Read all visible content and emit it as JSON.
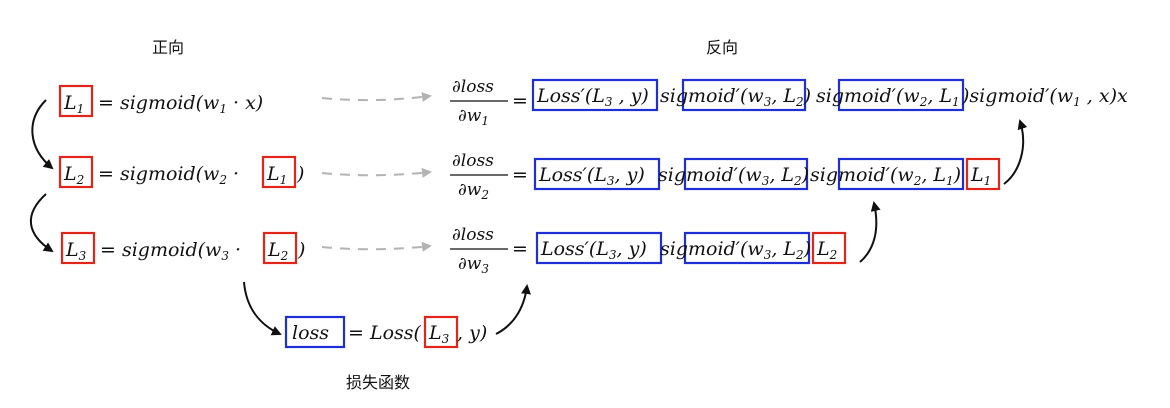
{
  "labels": {
    "forward": "正向",
    "backward": "反向",
    "loss_function": "损失函数"
  },
  "forward": {
    "row1": {
      "var": "L",
      "sub": "1",
      "rhs_a": "= sigmoid(w",
      "rhs_sub": "1",
      "rhs_b": " · x)"
    },
    "row2": {
      "var": "L",
      "sub": "2",
      "rhs_a": "= sigmoid(w",
      "rhs_sub": "2",
      "rhs_b": " ·",
      "in_var": "L",
      "in_sub": "1",
      "close": ")"
    },
    "row3": {
      "var": "L",
      "sub": "3",
      "rhs_a": "= sigmoid(w",
      "rhs_sub": "3",
      "rhs_b": " ·",
      "in_var": "L",
      "in_sub": "2",
      "close": ")"
    },
    "loss": {
      "lhs": "loss",
      "rhs_a": "= Loss(",
      "in_var": "L",
      "in_sub": "3",
      "rhs_b": ", y)"
    }
  },
  "backward": {
    "frac_num": "∂loss",
    "frac_den": "∂w",
    "eq": "=",
    "row1": {
      "den_sub": "1",
      "b1": {
        "a": "Loss′(L",
        "s": "3",
        "b": " , y)"
      },
      "b2": {
        "a": "sigmoid′(w",
        "s1": "3",
        "m": ", L",
        "s2": "2",
        "b": ")"
      },
      "b3": {
        "a": "sigmoid′(w",
        "s1": "2",
        "m": ", L",
        "s2": "1"
      },
      "tail": {
        "a": " )sigmoid′(w",
        "s": "1",
        "b": " , x)x"
      }
    },
    "row2": {
      "den_sub": "2",
      "b1": {
        "a": "Loss′(L",
        "s": "3",
        "b": ", y)"
      },
      "b2": {
        "a": "sigmoid′(w",
        "s1": "3",
        "m": ", L",
        "s2": "2",
        "b": ")"
      },
      "b3": {
        "a": "sigmoid′(w",
        "s1": "2",
        "m": ", L",
        "s2": "1",
        "b": ")"
      },
      "end": {
        "v": "L",
        "s": "1"
      }
    },
    "row3": {
      "den_sub": "3",
      "b1": {
        "a": "Loss′(L",
        "s": "3",
        "b": ", y)"
      },
      "b2": {
        "a": "sigmoid′(w",
        "s1": "3",
        "m": ", L",
        "s2": "2",
        "b": ")"
      },
      "end": {
        "v": "L",
        "s": "2"
      }
    }
  },
  "colors": {
    "forward_box": "#e0261b",
    "backward_box": "#1f2fd6",
    "flow_arrow": "#111111",
    "dashed_arrow": "#b3b3b3"
  }
}
